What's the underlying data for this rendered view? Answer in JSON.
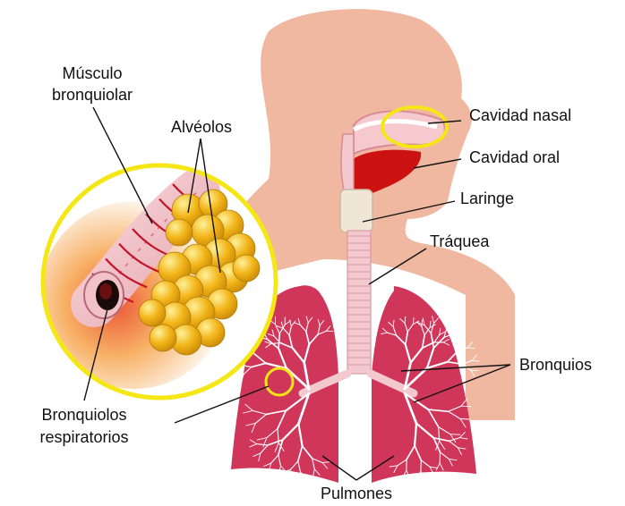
{
  "diagram": {
    "labels": {
      "musculo_bronquiolar": [
        "Músculo",
        "bronquiolar"
      ],
      "alveolos": "Alvéolos",
      "cavidad_nasal": "Cavidad nasal",
      "cavidad_oral": "Cavidad oral",
      "laringe": "Laringe",
      "traquea": "Tráquea",
      "bronquios": "Bronquios",
      "bronquiolos_respiratorios": [
        "Bronquiolos",
        "respiratorios"
      ],
      "pulmones": "Pulmones"
    },
    "colors": {
      "skin": "#f0b7a1",
      "lung": "#d0365a",
      "lung_dark": "#b0234a",
      "airway": "#f3c9cf",
      "highlight_ring": "#f5e616",
      "alveoli": "#f2b417",
      "mouth_dark": "#cc1111"
    }
  }
}
